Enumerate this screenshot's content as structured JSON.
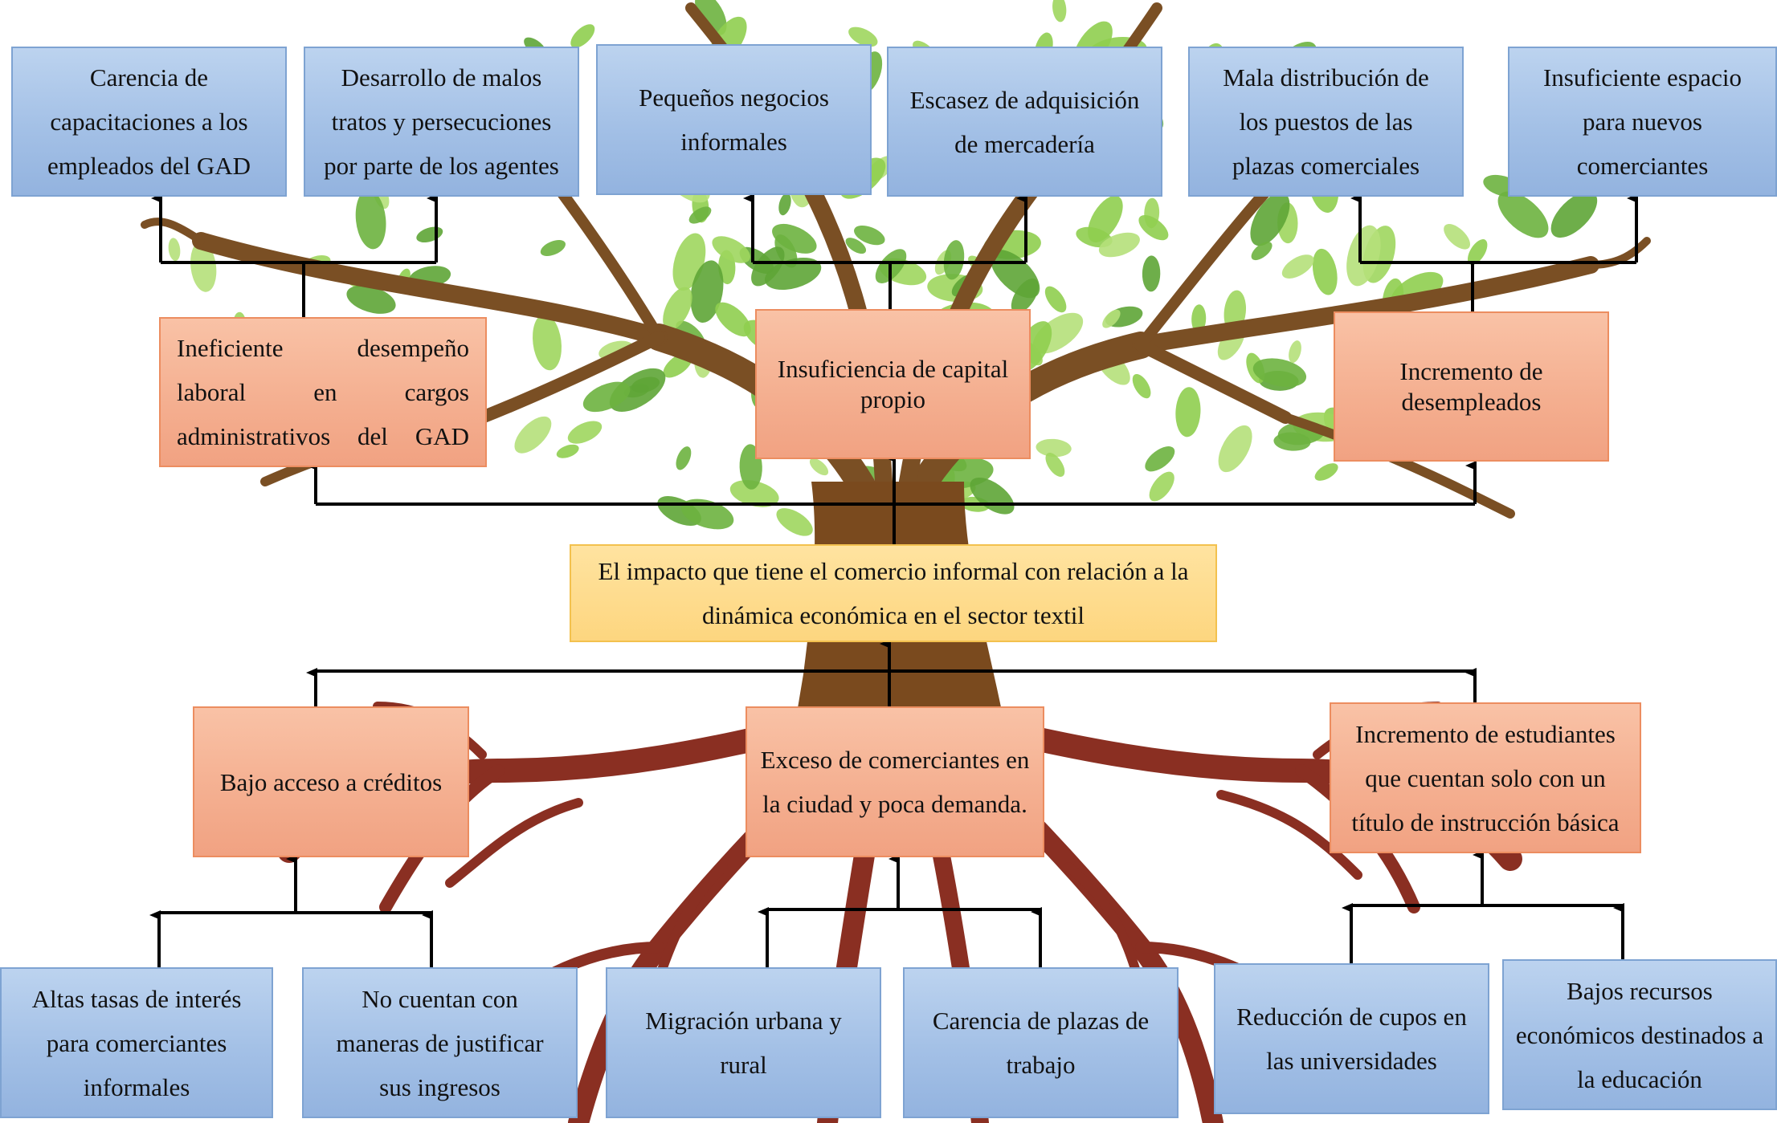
{
  "effects_top": [
    {
      "id": "e1",
      "text": "Carencia de capacitaciones a los empleados del GAD"
    },
    {
      "id": "e2",
      "text": "Desarrollo de malos tratos y persecuciones por parte de los agentes"
    },
    {
      "id": "e3",
      "text": "Pequeños negocios informales"
    },
    {
      "id": "e4",
      "text": "Escasez de adquisición de mercadería"
    },
    {
      "id": "e5",
      "text": "Mala distribución de los puestos de las plazas comerciales"
    },
    {
      "id": "e6",
      "text": "Insuficiente espacio para nuevos comerciantes"
    }
  ],
  "effects_mid": [
    {
      "id": "m1",
      "text": "Ineficiente desempeño laboral en cargos administrativos del GAD"
    },
    {
      "id": "m2",
      "text": "Insuficiencia de capital propio"
    },
    {
      "id": "m3",
      "text": "Incremento de desempleados"
    }
  ],
  "central_problem": {
    "text": "El impacto que tiene el comercio informal con relación a la dinámica económica en el sector textil"
  },
  "causes_mid": [
    {
      "id": "c1",
      "text": "Bajo acceso a créditos"
    },
    {
      "id": "c2",
      "text": "Exceso de comerciantes en la ciudad y poca demanda."
    },
    {
      "id": "c3",
      "text": "Incremento de estudiantes que cuentan solo con un título de instrucción básica"
    }
  ],
  "causes_bottom": [
    {
      "id": "b1",
      "text": "Altas tasas de interés para comerciantes informales"
    },
    {
      "id": "b2",
      "text": "No cuentan con maneras de justificar sus ingresos"
    },
    {
      "id": "b3",
      "text": "Migración urbana y rural"
    },
    {
      "id": "b4",
      "text": "Carencia de plazas de trabajo"
    },
    {
      "id": "b5",
      "text": "Reducción de cupos en las universidades"
    },
    {
      "id": "b6",
      "text": "Bajos recursos económicos destinados a la educación"
    }
  ],
  "colors": {
    "effect_box": "#a3c0e6",
    "mid_box": "#f4ae8f",
    "central_box": "#fdd67f",
    "trunk": "#7a4a1e",
    "roots": "#8a2f22",
    "leaves": "#7cc243"
  }
}
